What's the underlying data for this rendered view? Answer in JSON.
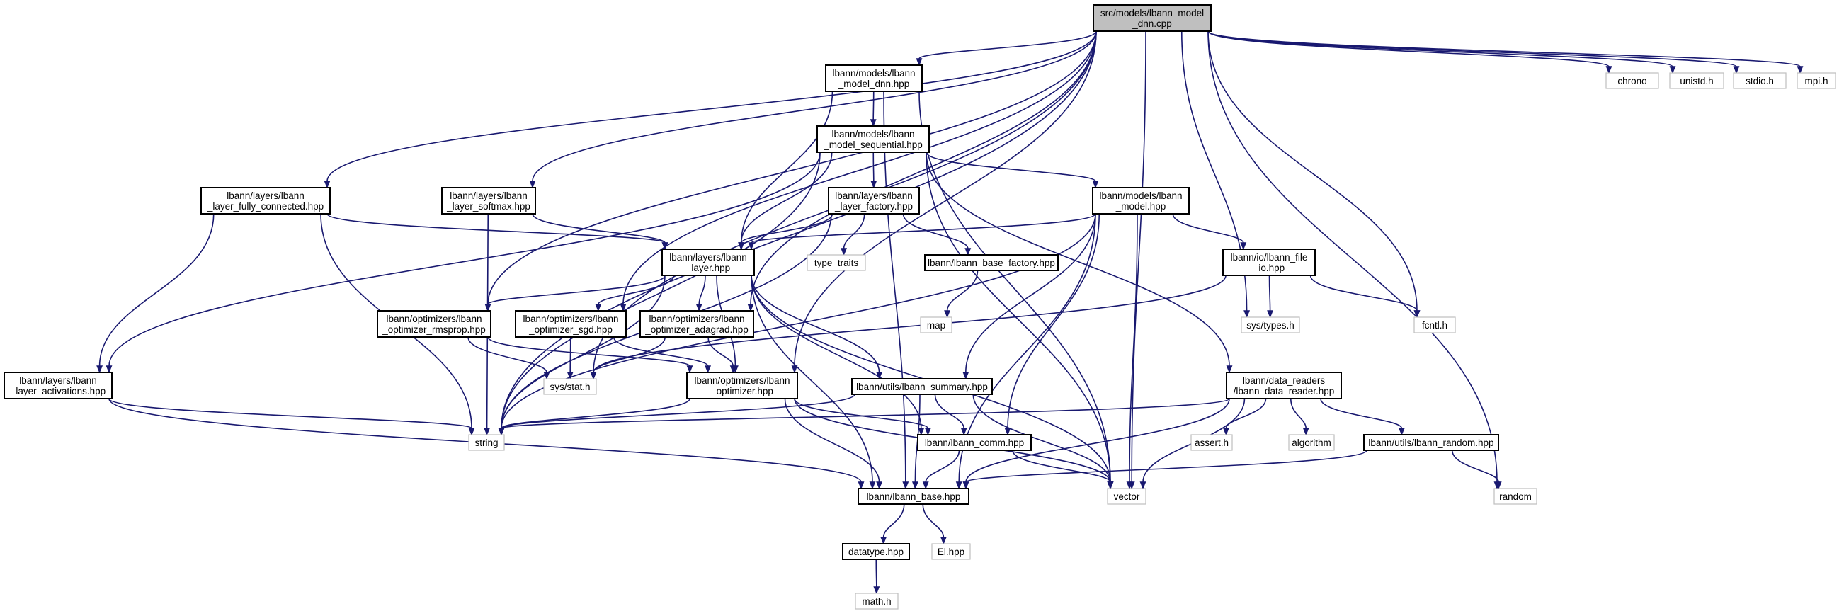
{
  "diagram": {
    "type": "include-dependency-graph",
    "colors": {
      "edge": "#191970",
      "root_fill": "#bfbfbf",
      "internal_border": "#000000",
      "external_border": "#bfbfbf"
    },
    "nodes": [
      {
        "id": "n0",
        "kind": "root",
        "lines": [
          "src/models/lbann_model",
          "_dnn.cpp"
        ]
      },
      {
        "id": "n1",
        "kind": "internal",
        "lines": [
          "lbann/models/lbann",
          "_model_dnn.hpp"
        ]
      },
      {
        "id": "n2",
        "kind": "internal",
        "lines": [
          "lbann/models/lbann",
          "_model_sequential.hpp"
        ]
      },
      {
        "id": "n3",
        "kind": "internal",
        "lines": [
          "lbann/layers/lbann",
          "_layer_fully_connected.hpp"
        ]
      },
      {
        "id": "n4",
        "kind": "internal",
        "lines": [
          "lbann/layers/lbann",
          "_layer_softmax.hpp"
        ]
      },
      {
        "id": "n5",
        "kind": "internal",
        "lines": [
          "lbann/layers/lbann",
          "_layer_factory.hpp"
        ]
      },
      {
        "id": "n6",
        "kind": "internal",
        "lines": [
          "lbann/models/lbann",
          "_model.hpp"
        ]
      },
      {
        "id": "n7",
        "kind": "internal",
        "lines": [
          "lbann/layers/lbann",
          "_layer.hpp"
        ]
      },
      {
        "id": "n8",
        "kind": "external",
        "lines": [
          "type_traits"
        ]
      },
      {
        "id": "n9",
        "kind": "internal",
        "lines": [
          "lbann/lbann_base_factory.hpp"
        ]
      },
      {
        "id": "n10",
        "kind": "internal",
        "lines": [
          "lbann/io/lbann_file",
          "_io.hpp"
        ]
      },
      {
        "id": "n11",
        "kind": "external",
        "lines": [
          "map"
        ]
      },
      {
        "id": "n12",
        "kind": "external",
        "lines": [
          "sys/types.h"
        ]
      },
      {
        "id": "n13",
        "kind": "external",
        "lines": [
          "fcntl.h"
        ]
      },
      {
        "id": "n14",
        "kind": "internal",
        "lines": [
          "lbann/optimizers/lbann",
          "_optimizer_rmsprop.hpp"
        ]
      },
      {
        "id": "n15",
        "kind": "internal",
        "lines": [
          "lbann/optimizers/lbann",
          "_optimizer_sgd.hpp"
        ]
      },
      {
        "id": "n16",
        "kind": "internal",
        "lines": [
          "lbann/optimizers/lbann",
          "_optimizer_adagrad.hpp"
        ]
      },
      {
        "id": "n17",
        "kind": "internal",
        "lines": [
          "lbann/layers/lbann",
          "_layer_activations.hpp"
        ]
      },
      {
        "id": "n18",
        "kind": "external",
        "lines": [
          "sys/stat.h"
        ]
      },
      {
        "id": "n19",
        "kind": "internal",
        "lines": [
          "lbann/optimizers/lbann",
          "_optimizer.hpp"
        ]
      },
      {
        "id": "n20",
        "kind": "internal",
        "lines": [
          "lbann/utils/lbann_summary.hpp"
        ]
      },
      {
        "id": "n21",
        "kind": "internal",
        "lines": [
          "lbann/data_readers",
          "/lbann_data_reader.hpp"
        ]
      },
      {
        "id": "n22",
        "kind": "external",
        "lines": [
          "string"
        ]
      },
      {
        "id": "n23",
        "kind": "internal",
        "lines": [
          "lbann/lbann_comm.hpp"
        ]
      },
      {
        "id": "n24",
        "kind": "external",
        "lines": [
          "assert.h"
        ]
      },
      {
        "id": "n25",
        "kind": "external",
        "lines": [
          "algorithm"
        ]
      },
      {
        "id": "n26",
        "kind": "internal",
        "lines": [
          "lbann/utils/lbann_random.hpp"
        ]
      },
      {
        "id": "n27",
        "kind": "internal",
        "lines": [
          "lbann/lbann_base.hpp"
        ]
      },
      {
        "id": "n28",
        "kind": "external",
        "lines": [
          "vector"
        ]
      },
      {
        "id": "n29",
        "kind": "external",
        "lines": [
          "random"
        ]
      },
      {
        "id": "n30",
        "kind": "internal",
        "lines": [
          "datatype.hpp"
        ]
      },
      {
        "id": "n31",
        "kind": "external",
        "lines": [
          "El.hpp"
        ]
      },
      {
        "id": "n32",
        "kind": "external",
        "lines": [
          "math.h"
        ]
      },
      {
        "id": "n33",
        "kind": "external",
        "lines": [
          "chrono"
        ]
      },
      {
        "id": "n34",
        "kind": "external",
        "lines": [
          "unistd.h"
        ]
      },
      {
        "id": "n35",
        "kind": "external",
        "lines": [
          "stdio.h"
        ]
      },
      {
        "id": "n36",
        "kind": "external",
        "lines": [
          "mpi.h"
        ]
      }
    ],
    "edges": [
      [
        "n0",
        "n1"
      ],
      [
        "n0",
        "n3"
      ],
      [
        "n0",
        "n4"
      ],
      [
        "n0",
        "n14"
      ],
      [
        "n0",
        "n15"
      ],
      [
        "n0",
        "n16"
      ],
      [
        "n0",
        "n19"
      ],
      [
        "n0",
        "n18"
      ],
      [
        "n0",
        "n22"
      ],
      [
        "n0",
        "n12"
      ],
      [
        "n0",
        "n13"
      ],
      [
        "n0",
        "n28"
      ],
      [
        "n0",
        "n29"
      ],
      [
        "n0",
        "n33"
      ],
      [
        "n0",
        "n34"
      ],
      [
        "n0",
        "n35"
      ],
      [
        "n0",
        "n36"
      ],
      [
        "n1",
        "n2"
      ],
      [
        "n1",
        "n7"
      ],
      [
        "n1",
        "n27"
      ],
      [
        "n1",
        "n28"
      ],
      [
        "n2",
        "n5"
      ],
      [
        "n2",
        "n6"
      ],
      [
        "n2",
        "n7"
      ],
      [
        "n2",
        "n17"
      ],
      [
        "n2",
        "n21"
      ],
      [
        "n2",
        "n22"
      ],
      [
        "n2",
        "n28"
      ],
      [
        "n3",
        "n7"
      ],
      [
        "n3",
        "n17"
      ],
      [
        "n3",
        "n22"
      ],
      [
        "n4",
        "n7"
      ],
      [
        "n4",
        "n22"
      ],
      [
        "n5",
        "n7"
      ],
      [
        "n5",
        "n8"
      ],
      [
        "n5",
        "n9"
      ],
      [
        "n5",
        "n22"
      ],
      [
        "n6",
        "n7"
      ],
      [
        "n6",
        "n10"
      ],
      [
        "n6",
        "n20"
      ],
      [
        "n6",
        "n23"
      ],
      [
        "n6",
        "n27"
      ],
      [
        "n6",
        "n22"
      ],
      [
        "n6",
        "n28"
      ],
      [
        "n7",
        "n14"
      ],
      [
        "n7",
        "n15"
      ],
      [
        "n7",
        "n16"
      ],
      [
        "n7",
        "n19"
      ],
      [
        "n7",
        "n20"
      ],
      [
        "n7",
        "n23"
      ],
      [
        "n7",
        "n27"
      ],
      [
        "n7",
        "n22"
      ],
      [
        "n7",
        "n28"
      ],
      [
        "n9",
        "n11"
      ],
      [
        "n10",
        "n12"
      ],
      [
        "n10",
        "n13"
      ],
      [
        "n10",
        "n18"
      ],
      [
        "n14",
        "n19"
      ],
      [
        "n14",
        "n18"
      ],
      [
        "n15",
        "n19"
      ],
      [
        "n15",
        "n18"
      ],
      [
        "n16",
        "n19"
      ],
      [
        "n16",
        "n18"
      ],
      [
        "n17",
        "n27"
      ],
      [
        "n17",
        "n22"
      ],
      [
        "n19",
        "n23"
      ],
      [
        "n19",
        "n27"
      ],
      [
        "n19",
        "n22"
      ],
      [
        "n19",
        "n28"
      ],
      [
        "n20",
        "n23"
      ],
      [
        "n20",
        "n27"
      ],
      [
        "n20",
        "n22"
      ],
      [
        "n20",
        "n28"
      ],
      [
        "n21",
        "n24"
      ],
      [
        "n21",
        "n25"
      ],
      [
        "n21",
        "n26"
      ],
      [
        "n21",
        "n27"
      ],
      [
        "n21",
        "n22"
      ],
      [
        "n21",
        "n28"
      ],
      [
        "n23",
        "n27"
      ],
      [
        "n23",
        "n28"
      ],
      [
        "n26",
        "n27"
      ],
      [
        "n26",
        "n29"
      ],
      [
        "n27",
        "n30"
      ],
      [
        "n27",
        "n31"
      ],
      [
        "n30",
        "n32"
      ]
    ]
  }
}
